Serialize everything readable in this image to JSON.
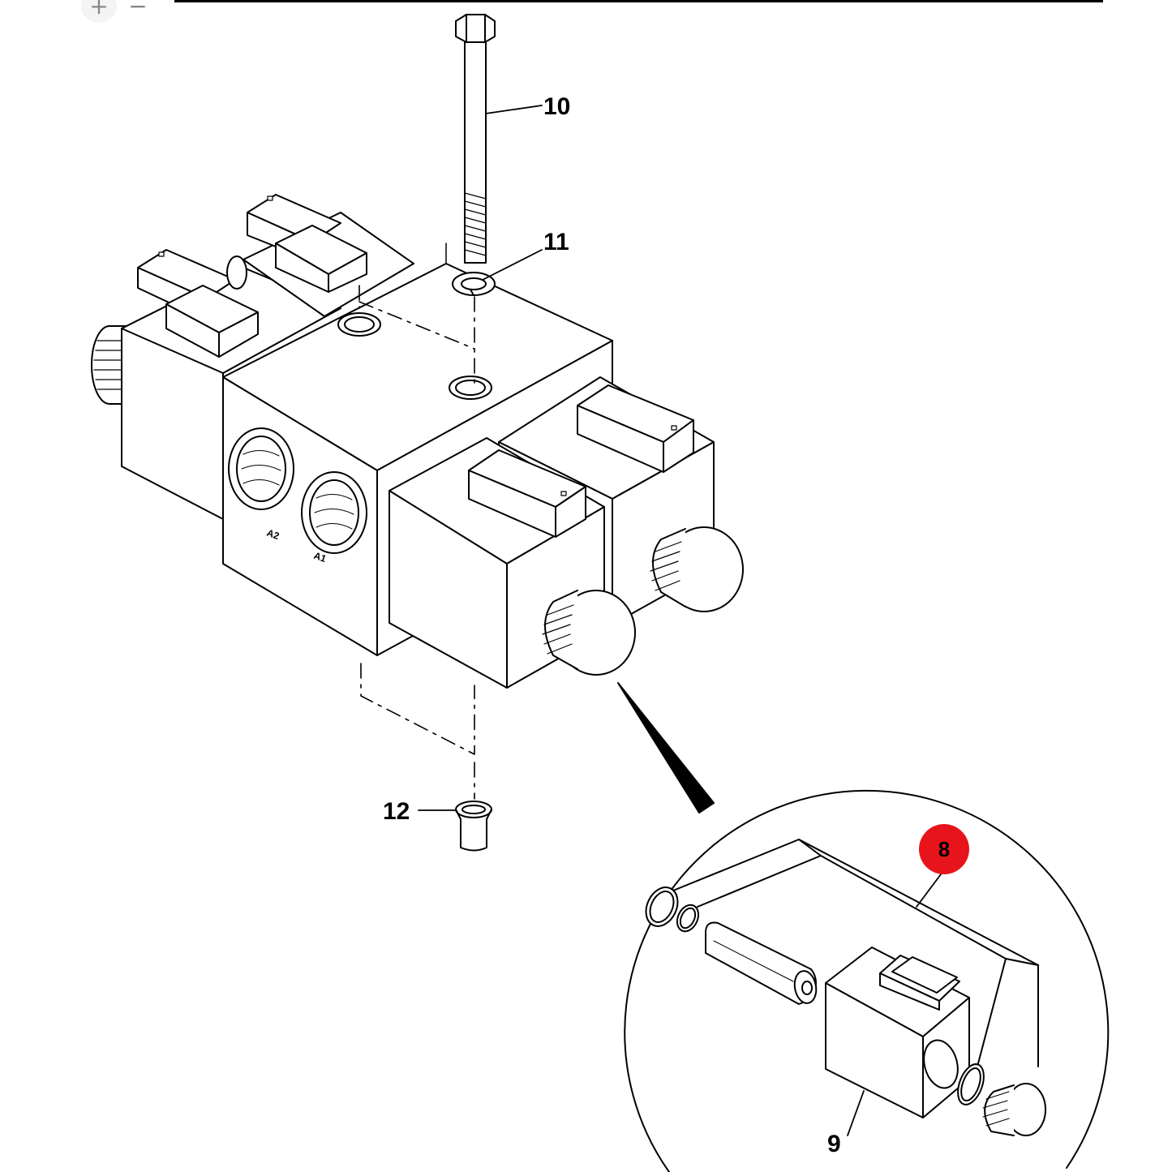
{
  "zoom": {
    "in_label": "+",
    "out_label": "−"
  },
  "callouts": {
    "bolt": "10",
    "washer": "11",
    "spacer": "12",
    "kit": "8",
    "coil": "9"
  },
  "ports": {
    "a1": "A1",
    "a2": "A2"
  },
  "colors": {
    "highlight": "#e8141b",
    "line": "#000000",
    "background": "#ffffff"
  }
}
